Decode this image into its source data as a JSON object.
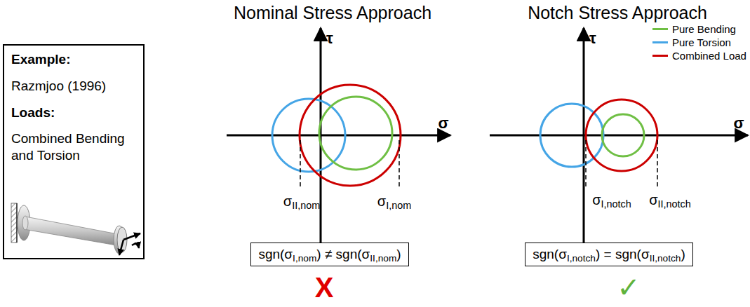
{
  "diagram": {
    "nodes": [
      {
        "text": [
          "Example:",
          "Razmjoo (1996)",
          "Loads:",
          "Combined Bending and Torsion"
        ]
      },
      {
        "text": [
          "sgn(σI,nom) ≠ sgn(σII,nom)"
        ]
      },
      {
        "text": [
          "sgn(σI,notch) = sgn(σII,notch)"
        ]
      }
    ],
    "edges": [],
    "labels": [
      "Nominal Stress Approach",
      "τ",
      "σ",
      "σII,nom",
      "σI,nom",
      "X",
      "Notch Stress Approach",
      "τ",
      "σ",
      "σI,notch",
      "σII,notch",
      "✓"
    ],
    "legend": [
      {
        "text": "Pure Bending",
        "color": "#6fbf44"
      },
      {
        "text": "Pure Torsion",
        "color": "#45a5e6"
      },
      {
        "text": "Combined Load",
        "color": "#cc0000"
      }
    ]
  }
}
